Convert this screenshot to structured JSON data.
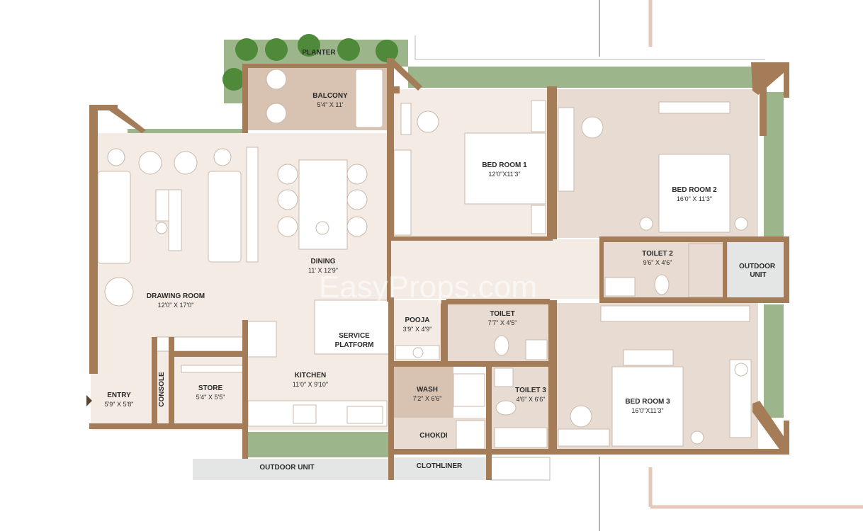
{
  "watermark": "EasyProps.com",
  "colors": {
    "wall": "#a47c57",
    "floor_light": "#f3ebe4",
    "floor_warm": "#e8dcd2",
    "floor_brown": "#d8c2b1",
    "green": "#9cb58a",
    "grey": "#e4e6e5",
    "furniture": "#ffffff"
  },
  "rooms": {
    "planter": {
      "name": "PLANTER"
    },
    "balcony": {
      "name": "BALCONY",
      "dim": "5'4\" X 11'"
    },
    "bedroom1": {
      "name": "BED ROOM 1",
      "dim": "12'0\"X11'3\""
    },
    "bedroom2": {
      "name": "BED ROOM 2",
      "dim": "16'0\" X 11'3\""
    },
    "toilet2": {
      "name": "TOILET 2",
      "dim": "9'6\" X 4'6\""
    },
    "outdoor_unit_right": {
      "name": "OUTDOOR UNIT"
    },
    "dining": {
      "name": "DINING",
      "dim": "11' X 12'9\""
    },
    "drawing_room": {
      "name": "DRAWING ROOM",
      "dim": "12'0\" X 17'0\""
    },
    "service_platform": {
      "name": "SERVICE PLATFORM"
    },
    "pooja": {
      "name": "POOJA",
      "dim": "3'9\" X 4'9\""
    },
    "toilet": {
      "name": "TOILET",
      "dim": "7'7\" X 4'5\""
    },
    "kitchen": {
      "name": "KITCHEN",
      "dim": "11'0\" X 9'10\""
    },
    "store": {
      "name": "STORE",
      "dim": "5'4\" X 5'5\""
    },
    "entry": {
      "name": "ENTRY",
      "dim": "5'9\" X 5'8\""
    },
    "console": {
      "name": "CONSOLE"
    },
    "wash": {
      "name": "WASH",
      "dim": "7'2\" X 6'6\""
    },
    "toilet3": {
      "name": "TOILET 3",
      "dim": "4'6\" X 6'6\""
    },
    "bedroom3": {
      "name": "BED ROOM 3",
      "dim": "16'0\"X11'3\""
    },
    "chokdi": {
      "name": "CHOKDI"
    },
    "outdoor_unit_bottom": {
      "name": "OUTDOOR UNIT"
    },
    "clothliner": {
      "name": "CLOTHLINER"
    }
  }
}
